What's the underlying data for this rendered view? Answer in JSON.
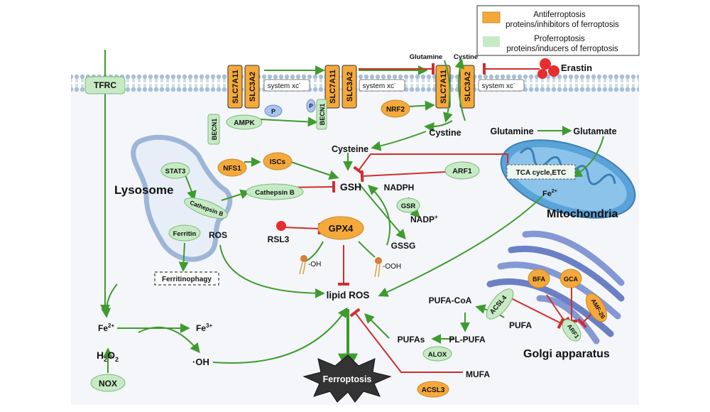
{
  "legend": {
    "anti_label_1": "Antiferroptosis",
    "anti_label_2": "proteins/inhibitors of ferroptosis",
    "pro_label_1": "Proferroptosis",
    "pro_label_2": "proteins/inducers of ferroptosis",
    "anti_color": "#f5a93b",
    "pro_color": "#c6ebc4"
  },
  "colors": {
    "activation": "#3f9b2e",
    "inhibition": "#d32c2c",
    "membrane": "#a9bfd6",
    "mitochondria": "#5aa3d9",
    "golgi": "#5b6fb5"
  },
  "nodes": {
    "tfrc": "TFRC",
    "slc7a11": "SLC7A11",
    "slc3a2": "SLC3A2",
    "system_xc": "system xc",
    "system_xc_sup": "-",
    "ampk": "AMPK",
    "p": "P",
    "becn1": "BECN1",
    "nrf2": "NRF2",
    "glutamine_top": "Glutamine",
    "cystine_top": "Cystine",
    "erastin": "Erastin",
    "cystine": "Cystine",
    "glutamine": "Glutamine",
    "glutamate": "Glutamate",
    "cysteine": "Cysteine",
    "nfs1": "NFS1",
    "iscs": "ISCs",
    "gsh": "GSH",
    "arf1": "ARF1",
    "tca": "TCA cycle,ETC",
    "fe2_mito": "Fe",
    "fe2_mito_sup": "2+",
    "mitochondria": "Mitochondria",
    "nadph": "NADPH",
    "gsr": "GSR",
    "nadp": "NADP",
    "nadp_sup": "+",
    "gssg": "GSSG",
    "gpx4": "GPX4",
    "rsl3": "RSL3",
    "oh_group": "-OH",
    "ooh_group": "-OOH",
    "lysosome": "Lysosome",
    "stat3": "STAT3",
    "cathepsin_b_lys": "Cathepsin B",
    "cathepsin_b": "Cathepsin B",
    "ferritin": "Ferritin",
    "ros": "ROS",
    "ferritinophagy": "Ferritinophagy",
    "lipid_ros": "lipid ROS",
    "fe2": "Fe",
    "fe2_sup": "2+",
    "fe3": "Fe",
    "fe3_sup": "3+",
    "h2o2_h": "H",
    "h2o2_2": "2",
    "h2o2_o": "O",
    "h2o2_2b": "2",
    "oh_radical": "·OH",
    "nox": "NOX",
    "ferroptosis": "Ferroptosis",
    "pufa_coa": "PUFA-CoA",
    "acsl4": "ACSL4",
    "pufa": "PUFA",
    "pufas": "PUFAs",
    "pl_pufa": "PL-PUFA",
    "alox": "ALOX",
    "mufa": "MUFA",
    "acsl3": "ACSL3",
    "bfa": "BFA",
    "gca": "GCA",
    "amf26": "AMF-26",
    "arf1_golgi": "ARF1",
    "golgi": "Golgi apparatus"
  }
}
